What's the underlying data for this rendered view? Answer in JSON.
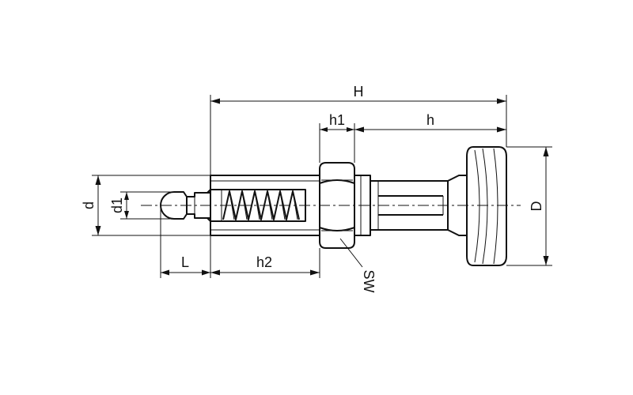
{
  "labels": {
    "H": "H",
    "h1": "h1",
    "h": "h",
    "d": "d",
    "d1": "d1",
    "D": "D",
    "L": "L",
    "h2": "h2",
    "SW": "SW"
  },
  "colors": {
    "line": "#111111",
    "background": "#ffffff"
  }
}
